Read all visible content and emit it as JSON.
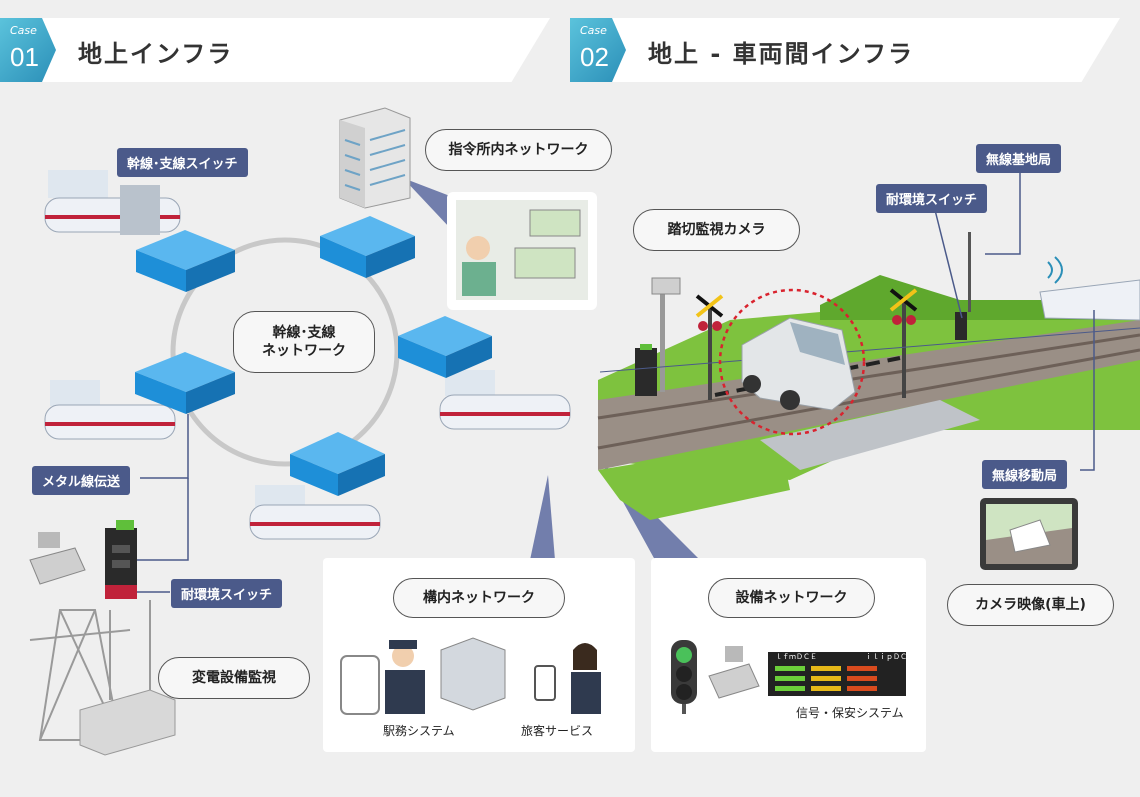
{
  "case1": {
    "label": "Case",
    "number": "01",
    "title": "地上インフラ"
  },
  "case2": {
    "label": "Case",
    "number": "02",
    "title": "地上 - 車両間インフラ"
  },
  "left": {
    "trunk_switch": "幹線･支線スイッチ",
    "trunk_network": "幹線･支線\nネットワーク",
    "command_network": "指令所内ネットワーク",
    "metal_line": "メタル線伝送",
    "env_switch": "耐環境スイッチ",
    "substation": "変電設備監視"
  },
  "station_panel": {
    "title": "構内ネットワーク",
    "item1": "駅務システム",
    "item2": "旅客サービス"
  },
  "facility_panel": {
    "title": "設備ネットワーク",
    "item1": "信号・保安システム",
    "display_left_header": "ｌｆｍＤＣＥ",
    "display_right_header": "ｉｌｉｐＤＣＥ"
  },
  "right": {
    "wireless_base": "無線基地局",
    "env_switch": "耐環境スイッチ",
    "crossing_camera": "踏切監視カメラ",
    "wireless_mobile": "無線移動局",
    "camera_image": "カメラ映像(車上)"
  },
  "colors": {
    "tag": "#4b5a8a",
    "accent": "#2b8fb8",
    "switch": "#1e8fd8",
    "grass": "#7ec23e",
    "camera_ring": "#d9232e"
  }
}
